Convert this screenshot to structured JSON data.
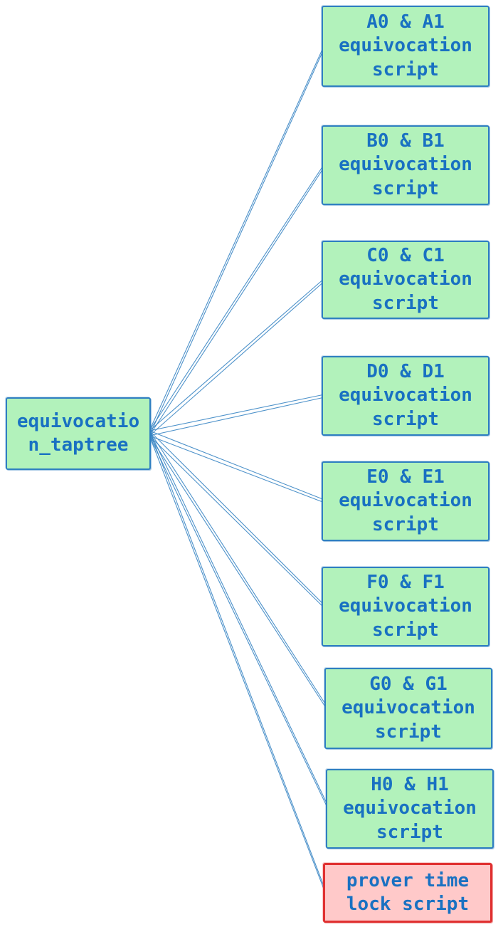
{
  "diagram": {
    "root": {
      "label": "equivocatio\nn_taptree"
    },
    "leaves": [
      {
        "label": "A0 & A1\nequivocation\nscript",
        "style": "green"
      },
      {
        "label": "B0 & B1\nequivocation\nscript",
        "style": "green"
      },
      {
        "label": "C0 & C1\nequivocation\nscript",
        "style": "green"
      },
      {
        "label": "D0 & D1\nequivocation\nscript",
        "style": "green"
      },
      {
        "label": "E0 & E1\nequivocation\nscript",
        "style": "green"
      },
      {
        "label": "F0 & F1\nequivocation\nscript",
        "style": "green"
      },
      {
        "label": "G0 & G1\nequivocation\nscript",
        "style": "green"
      },
      {
        "label": "H0 & H1\nequivocation\nscript",
        "style": "green"
      },
      {
        "label": "prover time\nlock script",
        "style": "pink"
      }
    ],
    "colors": {
      "node_fill_green": "#b2f2bb",
      "node_fill_pink": "#ffc9c9",
      "stroke_blue": "#2f7fc1",
      "stroke_red": "#e03131",
      "text": "#1971c2",
      "edge": "#2f7fc1"
    }
  }
}
